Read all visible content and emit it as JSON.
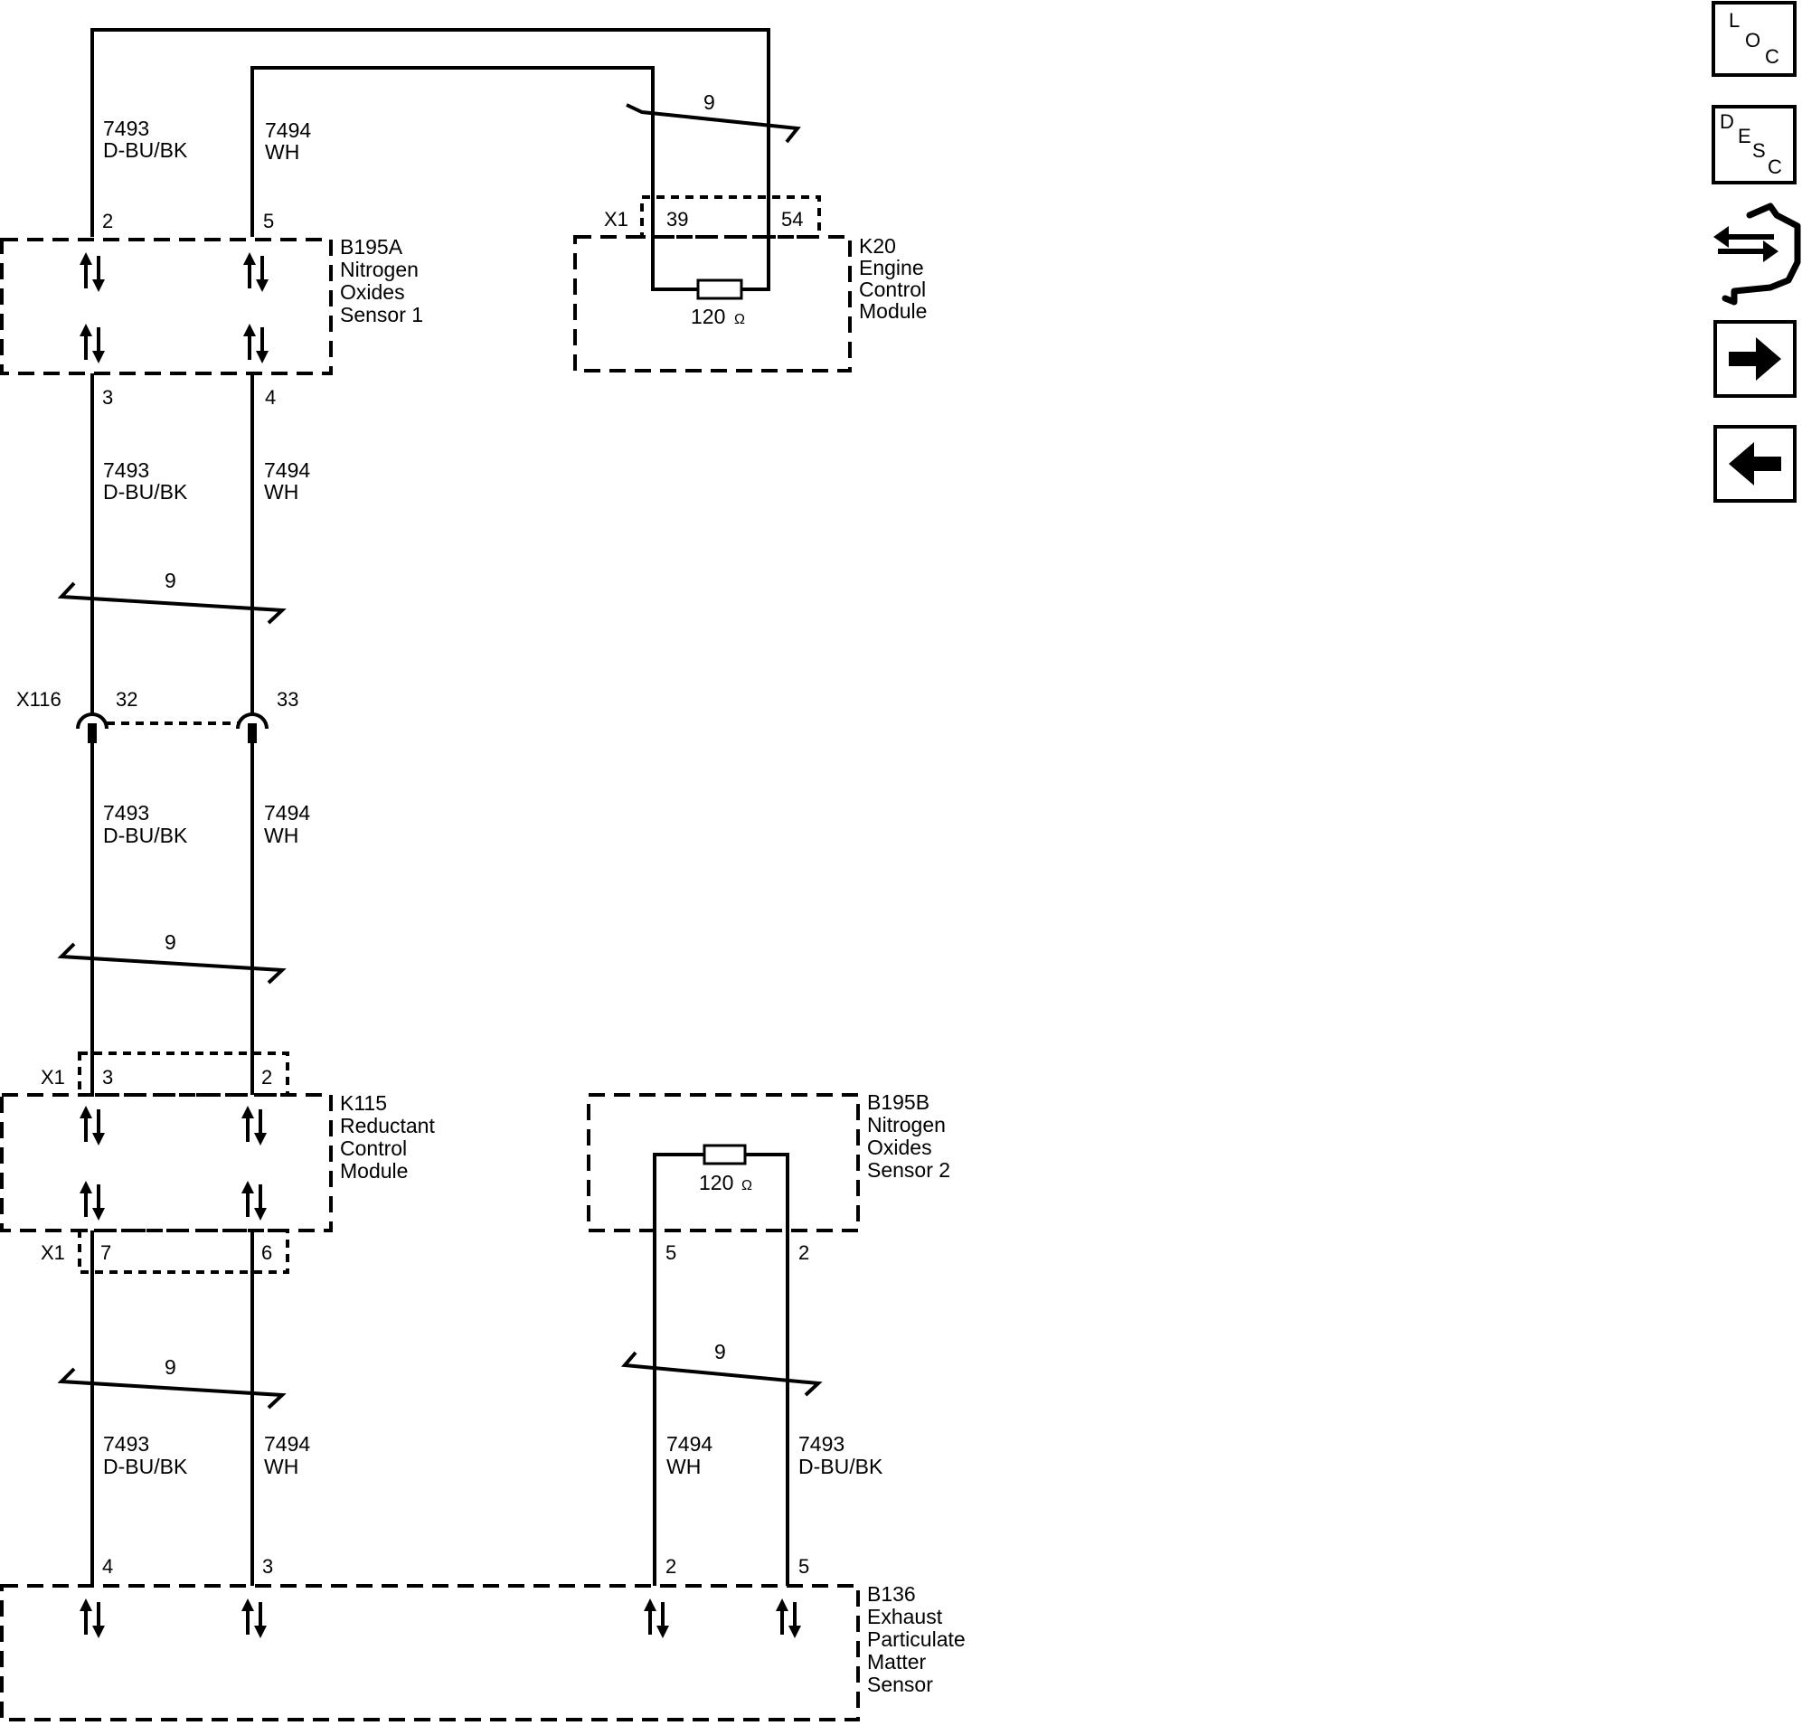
{
  "wires": {
    "w7493": {
      "circuit": "7493",
      "color": "D-BU/BK"
    },
    "w7494": {
      "circuit": "7494",
      "color": "WH"
    },
    "twist": "9"
  },
  "components": {
    "b195a": {
      "id": "B195A",
      "line1": "Nitrogen",
      "line2": "Oxides",
      "line3": "Sensor 1",
      "pin_left_top": "2",
      "pin_right_top": "5",
      "pin_left_bottom": "3",
      "pin_right_bottom": "4"
    },
    "k20": {
      "id": "K20",
      "line1": "Engine",
      "line2": "Control",
      "line3": "Module",
      "connector": "X1",
      "pin_left": "39",
      "pin_right": "54",
      "resistor": "120",
      "ohm": "Ω"
    },
    "x116": {
      "id": "X116",
      "pin_left": "32",
      "pin_right": "33"
    },
    "k115": {
      "id": "K115",
      "line1": "Reductant",
      "line2": "Control",
      "line3": "Module",
      "connector_top": "X1",
      "pin_top_left": "3",
      "pin_top_right": "2",
      "connector_bottom": "X1",
      "pin_bottom_left": "7",
      "pin_bottom_right": "6"
    },
    "b195b": {
      "id": "B195B",
      "line1": "Nitrogen",
      "line2": "Oxides",
      "line3": "Sensor 2",
      "resistor": "120",
      "ohm": "Ω",
      "pin_left": "5",
      "pin_right": "2"
    },
    "b136": {
      "id": "B136",
      "line1": "Exhaust",
      "line2": "Particulate",
      "line3": "Matter",
      "line4": "Sensor",
      "pin1": "4",
      "pin2": "3",
      "pin3": "2",
      "pin4": "5"
    }
  },
  "nav": {
    "loc": {
      "l1": "L",
      "l2": "O",
      "l3": "C"
    },
    "desc": {
      "l1": "D",
      "l2": "E",
      "l3": "S",
      "l4": "C"
    }
  }
}
